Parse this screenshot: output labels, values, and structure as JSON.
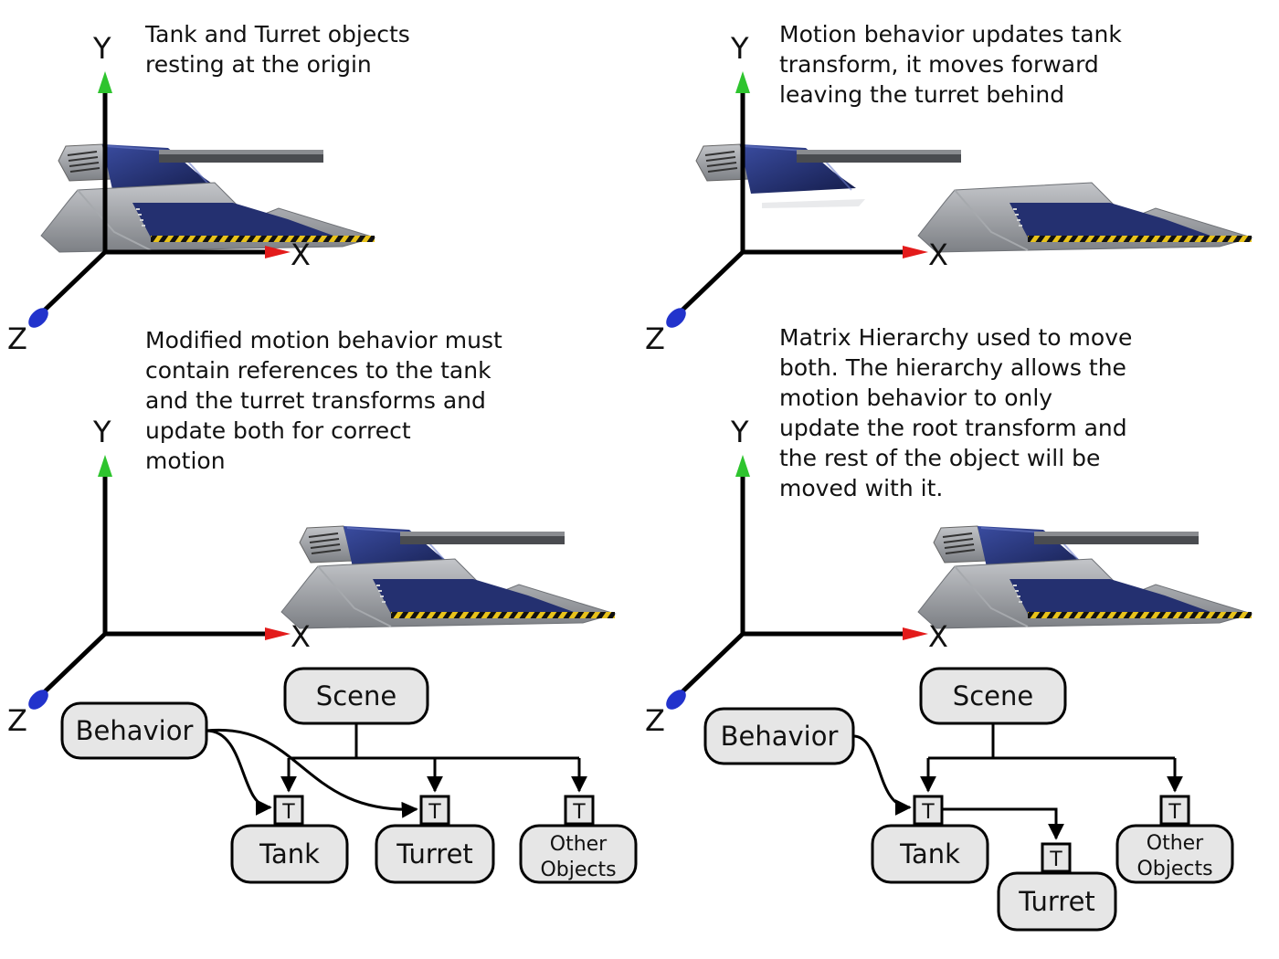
{
  "panels": [
    {
      "caption": [
        "Tank and Turret objects",
        "resting at the origin"
      ]
    },
    {
      "caption": [
        "Motion behavior updates tank",
        "transform, it moves forward",
        "leaving the turret behind"
      ]
    },
    {
      "caption": [
        "Modified motion behavior must",
        "contain references to the tank",
        "and the turret transforms and",
        "update both for correct",
        "motion"
      ]
    },
    {
      "caption": [
        "Matrix Hierarchy used to move",
        "both. The hierarchy allows the",
        "motion behavior to only",
        "update the root transform and",
        "the rest of the object will be",
        "moved with it."
      ]
    }
  ],
  "axes": {
    "x": "X",
    "y": "Y",
    "z": "Z"
  },
  "graph": {
    "scene": "Scene",
    "behavior": "Behavior",
    "tank": "Tank",
    "turret": "Turret",
    "other_line1": "Other",
    "other_line2": "Objects",
    "transform": "T"
  },
  "colors": {
    "x_axis": "#e31b1b",
    "y_axis": "#2ec42e",
    "z_axis": "#2233cc",
    "node_fill": "#e6e6e6",
    "tank_hull": "#8e9196",
    "tank_blue": "#1f2c6e"
  }
}
